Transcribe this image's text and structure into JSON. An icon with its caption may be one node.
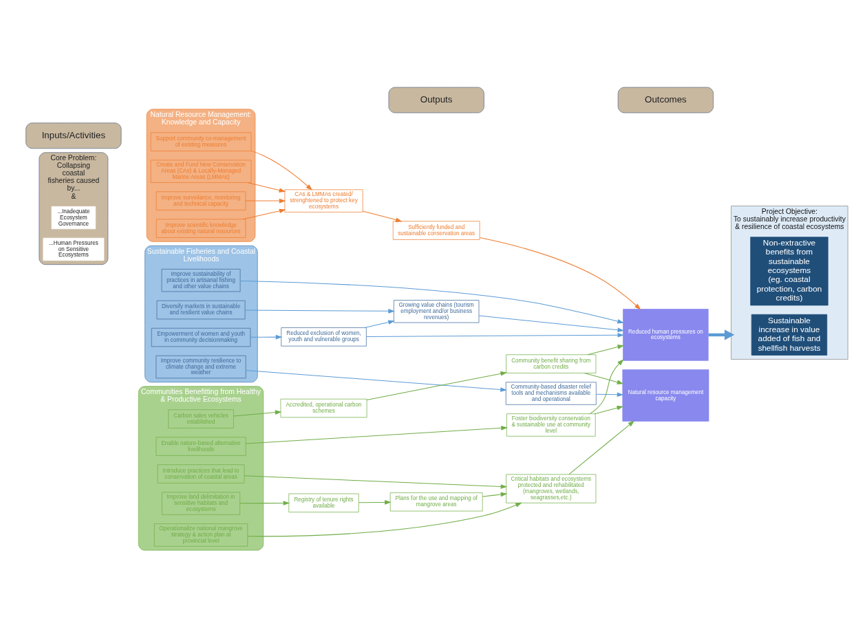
{
  "diagram": {
    "nodes": [
      {
        "text": [
          "Inputs/Activities"
        ]
      },
      {
        "text": [
          "Outputs"
        ]
      },
      {
        "text": [
          "Outcomes"
        ]
      },
      {
        "text": [
          "Core Problem:",
          "Collapsing coastal fisheries caused by...",
          "&"
        ]
      },
      {
        "text": [
          "...Human Pressures on Sensitive Ecosystems"
        ],
        "in": 3
      },
      {
        "text": [
          "...Inadequate Ecosystem Governance"
        ],
        "in": 3
      },
      {
        "text": [
          "Natural Resource Management: Knowledge and Capacity"
        ]
      },
      {
        "text": [
          "Create and Fund New Conservation Areas (CAs) & Locally-Managed Marine Areas (LMMAs)"
        ],
        "in": 6
      },
      {
        "text": [
          "Support community co-management of existing measures"
        ],
        "in": 6
      },
      {
        "text": [
          "Improve scientific knowledge about existing natural resources"
        ],
        "in": 6
      },
      {
        "text": [
          "Improve surveilance, monitoring and technical capacity"
        ],
        "in": 6
      },
      {
        "text": [
          "Sustainable Fisheries and Coastal Livelihoods"
        ]
      },
      {
        "text": [
          "Improve sustainability of practices in artisanal fishing and other value chains"
        ],
        "in": 11
      },
      {
        "text": [
          "Diversify markets in sustainable and resilient value chains"
        ],
        "in": 11
      },
      {
        "text": [
          "Empowerment of women and youth in community decisionmaking"
        ],
        "in": 11
      },
      {
        "text": [
          "Improve community resilience to climate change and extreme weather"
        ],
        "in": 11
      },
      {
        "text": [
          "Communities Benefitting from Healthy & Productive Ecosystems"
        ]
      },
      {
        "text": [
          "Carbon sales vehicles established"
        ],
        "in": 16
      },
      {
        "text": [
          "Improve land delimitation in sensitive habitats and ecosystems"
        ],
        "in": 16
      },
      {
        "text": [
          "Introduce practices that lead to conservation of coastal areas"
        ],
        "in": 16
      },
      {
        "text": [
          "Operationalize national mangrove strategy & action plan at provincial level"
        ],
        "in": 16
      },
      {
        "text": [
          "Enable nature-based alternative livelihoods"
        ],
        "in": 16
      },
      {
        "text": [
          "CAs & LMMAs created/ strenghtened to protect key ecosystems"
        ]
      },
      {
        "text": [
          "Growing value chains (tourism employment and/or business revenues)"
        ]
      },
      {
        "text": [
          "Reduced exclusion of women, youth and vulnerable groups"
        ]
      },
      {
        "text": [
          "Community-based disaster relief tools and mechanisms available and operational"
        ]
      },
      {
        "text": [
          "Accredited, operational carbon schemes"
        ]
      },
      {
        "text": [
          "Community benefit sharing from carbon credits"
        ]
      },
      {
        "text": [
          "Registry of tenure rights available"
        ]
      },
      {
        "text": [
          "Plans for the use and mapping of mangrove areas"
        ]
      },
      {
        "text": [
          "Foster biodiversity conservation & sustainable use at community level"
        ]
      },
      {
        "text": [
          "Sufficiently funded and sustainable conservation areas"
        ]
      },
      {
        "text": [
          "Reduced human pressures on ecosystems"
        ]
      },
      {
        "text": [
          "Natural resource management capacity"
        ]
      },
      {
        "text": [
          "Critical habitats and ecosystems protected and rehabilitated (mangroves, wetlands, seagrasses,etc.)"
        ]
      },
      {
        "text": [
          "Project Objective:",
          "To sustainably increase productivity & resilience of coastal ecosystems"
        ]
      },
      {
        "text": [
          "Sustainable increase in value added of fish and shellfish harvests"
        ],
        "in": 35
      },
      {
        "text": [
          "Non-extractive benefits from sustainable ecosystems",
          "(eg. coastal protection, carbon credits)"
        ],
        "in": 35
      }
    ],
    "edges": [
      {
        "from": 7,
        "to": 22,
        "arrow": "to",
        "color": "#ed7d31"
      },
      {
        "from": 8,
        "to": 22,
        "arrow": "to",
        "color": "#ed7d31"
      },
      {
        "from": 9,
        "to": 22,
        "arrow": "to",
        "color": "#ed7d31"
      },
      {
        "from": 10,
        "to": 22,
        "arrow": "to",
        "color": "#ed7d31"
      },
      {
        "from": 22,
        "to": 31,
        "arrow": "to",
        "color": "#ed7d31"
      },
      {
        "from": 31,
        "to": 32,
        "arrow": "to",
        "color": "#ed7d31"
      },
      {
        "from": 12,
        "to": 32,
        "arrow": "to",
        "color": "#5b9bd5"
      },
      {
        "from": 13,
        "to": 23,
        "arrow": "to",
        "color": "#5b9bd5"
      },
      {
        "from": 14,
        "to": 24,
        "arrow": "to",
        "color": "#5b9bd5"
      },
      {
        "from": 24,
        "to": 23,
        "arrow": "to",
        "color": "#5b9bd5"
      },
      {
        "from": 15,
        "to": 25,
        "arrow": "to",
        "color": "#5b9bd5"
      },
      {
        "from": 23,
        "to": 32,
        "arrow": "to",
        "color": "#5b9bd5"
      },
      {
        "from": 24,
        "to": 32,
        "arrow": "to",
        "color": "#5b9bd5"
      },
      {
        "from": 25,
        "to": 33,
        "arrow": "to",
        "color": "#5b9bd5"
      },
      {
        "from": 17,
        "to": 26,
        "arrow": "to"
      },
      {
        "from": 26,
        "to": 27,
        "arrow": "to"
      },
      {
        "from": 18,
        "to": 28,
        "arrow": "to"
      },
      {
        "from": 28,
        "to": 29,
        "arrow": "to"
      },
      {
        "from": 27,
        "to": 32,
        "arrow": "to"
      },
      {
        "from": 27,
        "to": 33,
        "arrow": "to"
      },
      {
        "from": 30,
        "to": 32,
        "arrow": "to"
      },
      {
        "from": 30,
        "to": 33,
        "arrow": "to"
      },
      {
        "from": 19,
        "to": 34,
        "arrow": "to"
      },
      {
        "from": 20,
        "to": 34,
        "arrow": "to"
      },
      {
        "from": 29,
        "to": 34,
        "arrow": "to"
      },
      {
        "from": 21,
        "to": 30,
        "arrow": "to"
      },
      {
        "from": 34,
        "to": 33,
        "arrow": "to"
      },
      {
        "from": 32,
        "to": 35,
        "arrow": "to",
        "style": "thick",
        "color": "#5b9bd5"
      }
    ]
  }
}
